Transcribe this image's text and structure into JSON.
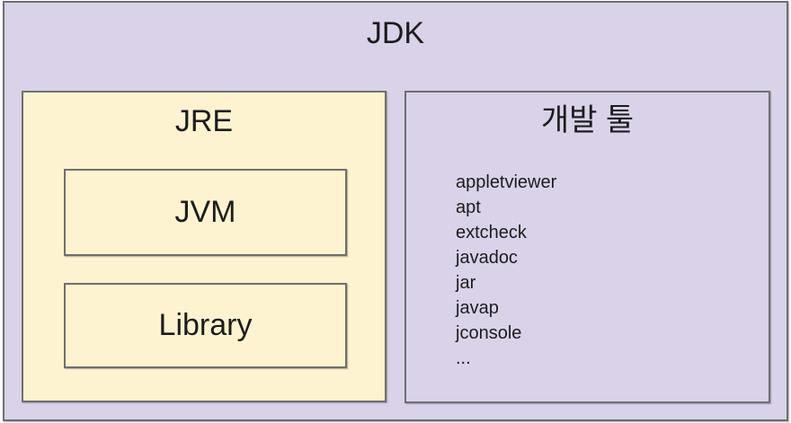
{
  "diagram": {
    "title": "JDK",
    "jre": {
      "title": "JRE",
      "jvm_label": "JVM",
      "library_label": "Library"
    },
    "dev_tools": {
      "title": "개발 툴",
      "tools": [
        "appletviewer",
        "apt",
        "extcheck",
        "javadoc",
        "jar",
        "javap",
        "jconsole",
        "..."
      ]
    },
    "colors": {
      "outer_fill": "#d9d2e9",
      "jre_fill": "#fdf3d0",
      "border": "#6f6f6f",
      "text": "#1c1c1c"
    }
  }
}
